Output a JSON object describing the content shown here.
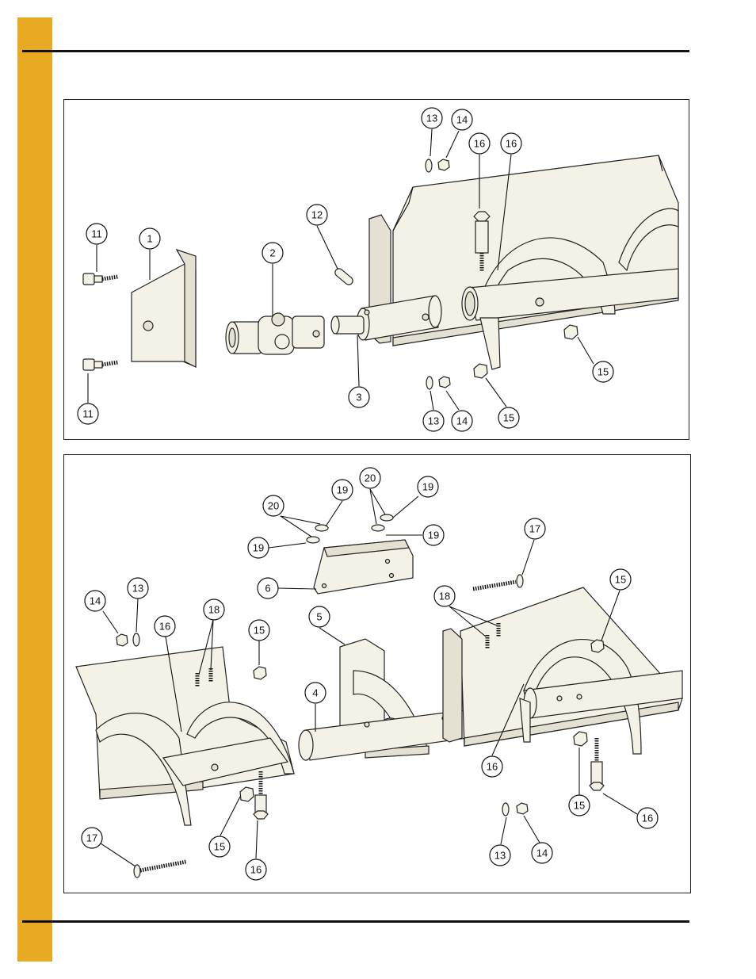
{
  "colors": {
    "accent_bar": "#e8aa22",
    "rule": "#111111",
    "part_fill": "#f4f1e6"
  },
  "top_panel": {
    "callouts": {
      "c11a": "11",
      "c1": "1",
      "c2": "2",
      "c12": "12",
      "c13a": "13",
      "c14a": "14",
      "c16a": "16",
      "c16b": "16",
      "c11b": "11",
      "c3": "3",
      "c13b": "13",
      "c14b": "14",
      "c15a": "15",
      "c15b": "15"
    }
  },
  "bottom_panel": {
    "callouts": {
      "c20a": "20",
      "c19a": "19",
      "c19b": "19",
      "c20b": "20",
      "c19c": "19",
      "c19d": "19",
      "c17a": "17",
      "c6": "6",
      "c14a": "14",
      "c13a": "13",
      "c16a": "16",
      "c18a": "18",
      "c15a": "15",
      "c5": "5",
      "c18b": "18",
      "c15b": "15",
      "c4": "4",
      "c16b": "16",
      "c15c": "15",
      "c16c": "16",
      "c17b": "17",
      "c15d": "15",
      "c16d": "16",
      "c13b": "13",
      "c14b": "14"
    }
  }
}
